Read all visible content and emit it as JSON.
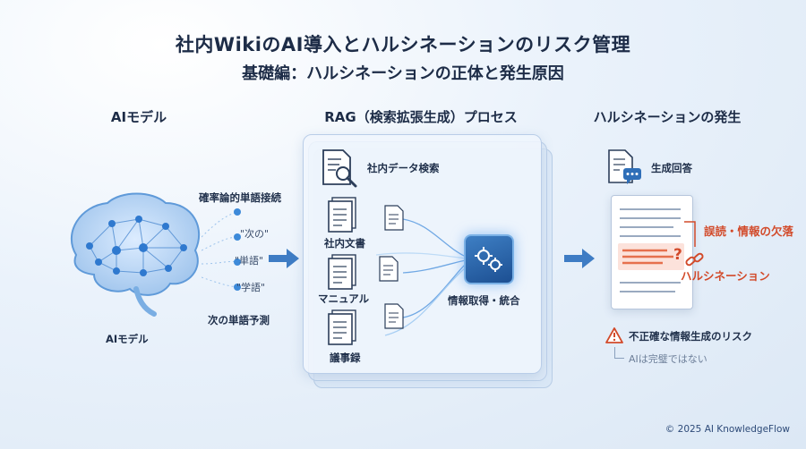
{
  "title": "社内WikiのAI導入とハルシネーションのリスク管理",
  "subtitle": "基礎編：ハルシネーションの正体と発生原因",
  "sections": {
    "ai_model": {
      "heading": "AIモデル",
      "probabilistic": "確率論的単語接続",
      "tokens": [
        "\"次の\"",
        "\"単語\"",
        "\"学語\""
      ],
      "next_word": "次の単語予測",
      "caption": "AIモデル"
    },
    "rag": {
      "heading": "RAG（検索拡張生成）プロセス",
      "search": "社内データ検索",
      "docs": [
        "社内文書",
        "マニュアル",
        "議事録"
      ],
      "integrate": "情報取得・統合"
    },
    "hallucination": {
      "heading": "ハルシネーションの発生",
      "answer": "生成回答",
      "error": "誤読・情報の欠落",
      "hallucination_label": "ハルシネーション",
      "risk": "不正確な情報生成のリスク",
      "not_perfect": "AIは完璧ではない"
    }
  },
  "footer": "© 2025 AI KnowledgeFlow",
  "colors": {
    "accent": "#2f6fb8",
    "warning": "#d24a2a",
    "text": "#1d2c47"
  }
}
